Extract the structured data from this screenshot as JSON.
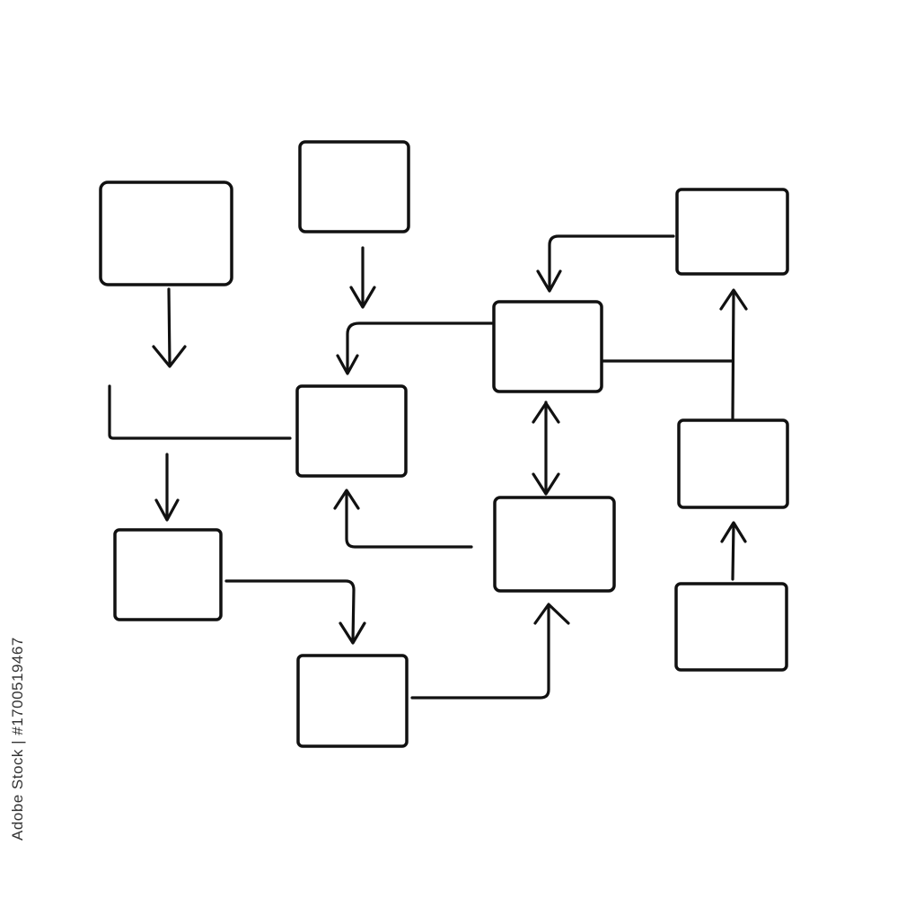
{
  "diagram": {
    "type": "flowchart",
    "colors": {
      "stroke": "#111111",
      "background": "#ffffff"
    },
    "nodes": [
      {
        "id": "box-top-left",
        "label": ""
      },
      {
        "id": "box-top-center",
        "label": ""
      },
      {
        "id": "box-top-right",
        "label": ""
      },
      {
        "id": "box-center-right",
        "label": ""
      },
      {
        "id": "box-center",
        "label": ""
      },
      {
        "id": "box-right-middle",
        "label": ""
      },
      {
        "id": "box-lower-left",
        "label": ""
      },
      {
        "id": "box-lower-center-right",
        "label": ""
      },
      {
        "id": "box-bottom-right",
        "label": ""
      },
      {
        "id": "box-bottom-center",
        "label": ""
      }
    ],
    "edges": [
      {
        "from": "box-top-left",
        "to": "box-lower-left",
        "direction": "forward"
      },
      {
        "from": "box-top-center",
        "to": "box-center",
        "direction": "forward"
      },
      {
        "from": "box-center-right",
        "to": "box-center",
        "direction": "forward"
      },
      {
        "from": "box-top-right",
        "to": "box-center-right",
        "direction": "forward"
      },
      {
        "from": "box-center-right",
        "to": "box-top-right",
        "direction": "forward"
      },
      {
        "from": "box-right-middle",
        "to": "box-top-right",
        "direction": "forward"
      },
      {
        "from": "box-center-right",
        "to": "box-lower-center-right",
        "direction": "both"
      },
      {
        "from": "box-lower-center-right",
        "to": "box-center",
        "direction": "forward"
      },
      {
        "from": "box-lower-left",
        "to": "box-bottom-center",
        "direction": "forward"
      },
      {
        "from": "box-bottom-center",
        "to": "box-lower-center-right",
        "direction": "forward"
      },
      {
        "from": "box-bottom-right",
        "to": "box-right-middle",
        "direction": "forward"
      },
      {
        "from": "box-center",
        "to": "box-lower-left",
        "direction": "forward"
      }
    ]
  },
  "credit": "Adobe Stock | #1700519467"
}
